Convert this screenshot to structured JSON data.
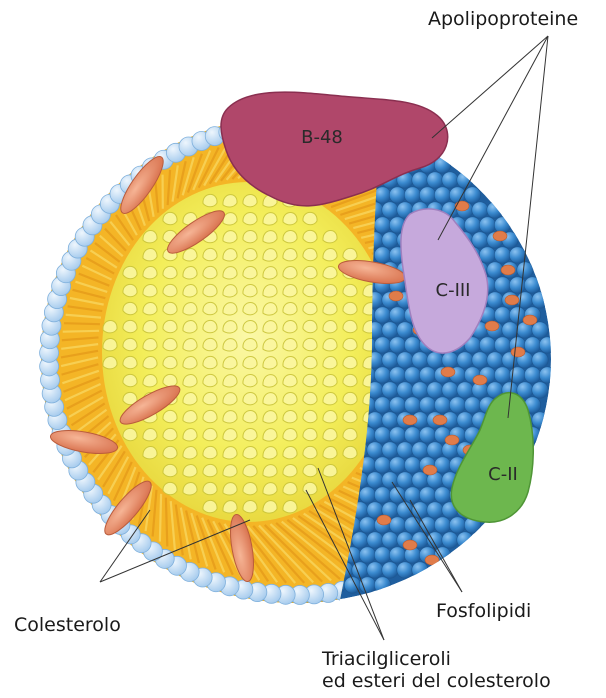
{
  "labels": {
    "apolipoproteine": "Apolipoproteine",
    "colesterolo": "Colesterolo",
    "fosfolipidi": "Fosfolipidi",
    "triacilgliceroli_line1": "Triacilgliceroli",
    "triacilgliceroli_line2": "ed esteri del colesterolo"
  },
  "proteins": {
    "b48": "B-48",
    "c3": "C-III",
    "c2": "C-II"
  },
  "colors": {
    "outer_shell": "#2f7fc6",
    "head_light": "#bcdaf2",
    "tail_band": "#f6b928",
    "core": "#f3ee5a",
    "cholesterol": "#e08a66",
    "b48": "#b0476a",
    "c3": "#c6a9dc",
    "c2": "#6db74e"
  }
}
